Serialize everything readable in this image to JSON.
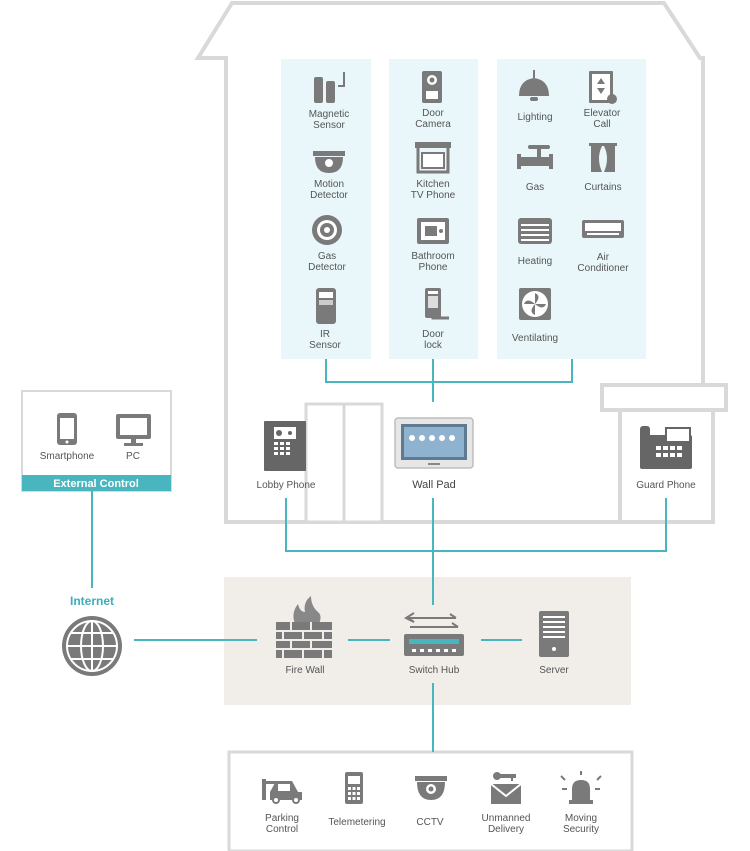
{
  "house": {
    "sensors": [
      {
        "id": "magnetic",
        "line1": "Magnetic",
        "line2": "Sensor"
      },
      {
        "id": "motion",
        "line1": "Motion",
        "line2": "Detector"
      },
      {
        "id": "gas-detector",
        "line1": "Gas",
        "line2": "Detector"
      },
      {
        "id": "ir",
        "line1": "IR",
        "line2": "Sensor"
      }
    ],
    "devices": [
      {
        "id": "door-camera",
        "line1": "Door",
        "line2": "Camera"
      },
      {
        "id": "kitchen-tv",
        "line1": "Kitchen",
        "line2": "TV Phone"
      },
      {
        "id": "bathroom",
        "line1": "Bathroom",
        "line2": "Phone"
      },
      {
        "id": "door-lock",
        "line1": "Door",
        "line2": "lock"
      }
    ],
    "appliances": [
      {
        "id": "lighting",
        "line1": "Lighting",
        "line2": ""
      },
      {
        "id": "elevator",
        "line1": "Elevator",
        "line2": "Call"
      },
      {
        "id": "gas",
        "line1": "Gas",
        "line2": ""
      },
      {
        "id": "curtains",
        "line1": "Curtains",
        "line2": ""
      },
      {
        "id": "heating",
        "line1": "Heating",
        "line2": ""
      },
      {
        "id": "air",
        "line1": "Air",
        "line2": "Conditioner"
      },
      {
        "id": "ventilating",
        "line1": "Ventilating",
        "line2": ""
      }
    ],
    "lobby_phone": "Lobby Phone",
    "wall_pad": "Wall Pad",
    "guard_phone": "Guard Phone"
  },
  "external": {
    "smartphone": "Smartphone",
    "pc": "PC",
    "title": "External Control"
  },
  "network": {
    "internet": "Internet",
    "firewall": "Fire Wall",
    "switch_hub": "Switch Hub",
    "server": "Server"
  },
  "services": [
    {
      "id": "parking",
      "line1": "Parking",
      "line2": "Control"
    },
    {
      "id": "telemetering",
      "line1": "Telemetering",
      "line2": ""
    },
    {
      "id": "cctv",
      "line1": "CCTV",
      "line2": ""
    },
    {
      "id": "delivery",
      "line1": "Unmanned",
      "line2": "Delivery"
    },
    {
      "id": "security",
      "line1": "Moving",
      "line2": "Security"
    }
  ],
  "colors": {
    "teal": "#48b5bf",
    "panel": "#e9f7fa",
    "beige": "#f1eeea",
    "gray": "#7a7a7a"
  }
}
